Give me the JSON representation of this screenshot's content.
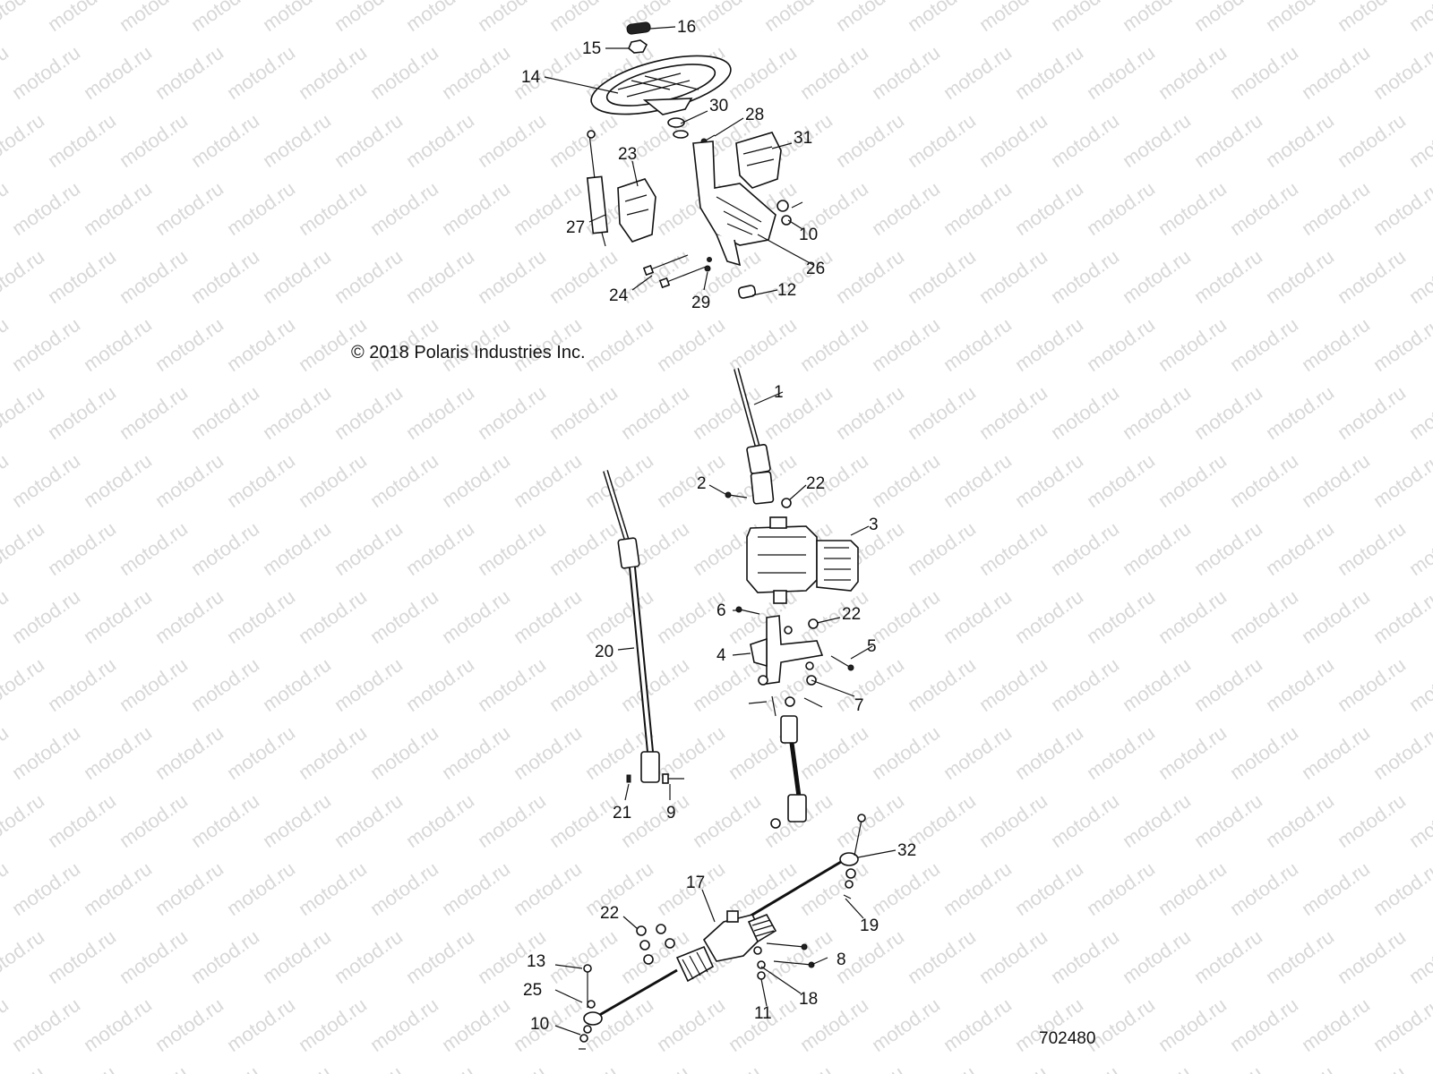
{
  "watermark": "motod.ru",
  "copyright": "© 2018 Polaris Industries Inc.",
  "document_number": "702480",
  "callouts": [
    {
      "id": "c16",
      "label": "16"
    },
    {
      "id": "c15",
      "label": "15"
    },
    {
      "id": "c14",
      "label": "14"
    },
    {
      "id": "c30",
      "label": "30"
    },
    {
      "id": "c28",
      "label": "28"
    },
    {
      "id": "c31",
      "label": "31"
    },
    {
      "id": "c23",
      "label": "23"
    },
    {
      "id": "c27",
      "label": "27"
    },
    {
      "id": "c10a",
      "label": "10"
    },
    {
      "id": "c26",
      "label": "26"
    },
    {
      "id": "c24",
      "label": "24"
    },
    {
      "id": "c29",
      "label": "29"
    },
    {
      "id": "c12",
      "label": "12"
    },
    {
      "id": "c1",
      "label": "1"
    },
    {
      "id": "c2",
      "label": "2"
    },
    {
      "id": "c22a",
      "label": "22"
    },
    {
      "id": "c3",
      "label": "3"
    },
    {
      "id": "c6",
      "label": "6"
    },
    {
      "id": "c22b",
      "label": "22"
    },
    {
      "id": "c4",
      "label": "4"
    },
    {
      "id": "c5",
      "label": "5"
    },
    {
      "id": "c7",
      "label": "7"
    },
    {
      "id": "c20",
      "label": "20"
    },
    {
      "id": "c21",
      "label": "21"
    },
    {
      "id": "c9",
      "label": "9"
    },
    {
      "id": "c32",
      "label": "32"
    },
    {
      "id": "c17",
      "label": "17"
    },
    {
      "id": "c19",
      "label": "19"
    },
    {
      "id": "c22c",
      "label": "22"
    },
    {
      "id": "c8",
      "label": "8"
    },
    {
      "id": "c13",
      "label": "13"
    },
    {
      "id": "c25",
      "label": "25"
    },
    {
      "id": "c18",
      "label": "18"
    },
    {
      "id": "c11",
      "label": "11"
    },
    {
      "id": "c10b",
      "label": "10"
    }
  ]
}
